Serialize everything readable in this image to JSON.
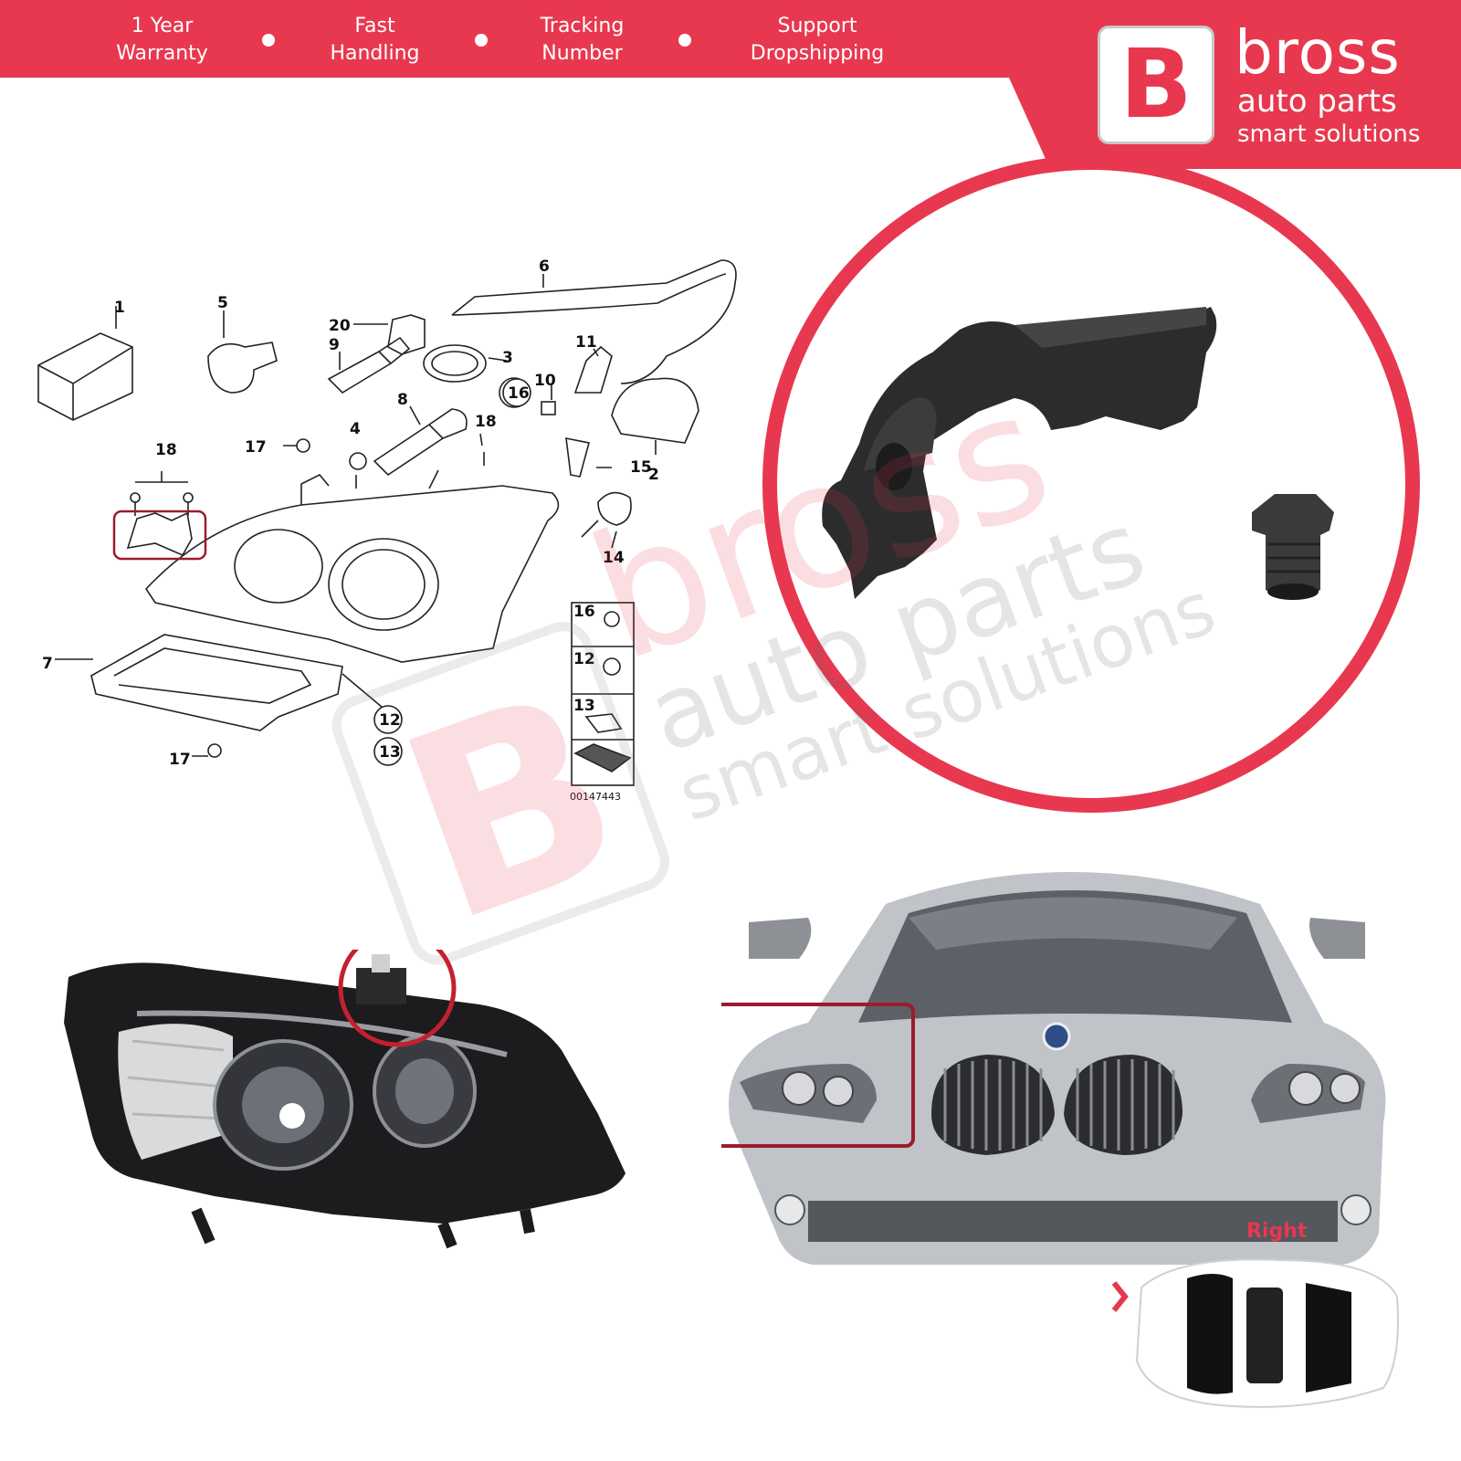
{
  "banner": {
    "features": [
      {
        "line1": "1 Year",
        "line2": "Warranty"
      },
      {
        "line1": "Fast",
        "line2": "Handling"
      },
      {
        "line1": "Tracking",
        "line2": "Number"
      },
      {
        "line1": "Support",
        "line2": "Dropshipping"
      }
    ]
  },
  "brand": {
    "logo_letter": "B",
    "name": "bross",
    "sub": "auto parts",
    "tagline": "smart solutions"
  },
  "watermark": {
    "letter": "B",
    "name": "bross",
    "sub": "auto parts",
    "tagline": "smart solutions"
  },
  "diagram": {
    "part_numbers": [
      "1",
      "2",
      "3",
      "4",
      "5",
      "6",
      "7",
      "8",
      "9",
      "10",
      "11",
      "12",
      "13",
      "14",
      "15",
      "16",
      "17",
      "18",
      "20"
    ],
    "legend_numbers": [
      "16",
      "12",
      "13"
    ],
    "reference_code": "00147443"
  },
  "car": {
    "side_label": "Right"
  },
  "colors": {
    "brand_red": "#e8384f",
    "highlight_dark_red": "#9b1c2c"
  }
}
